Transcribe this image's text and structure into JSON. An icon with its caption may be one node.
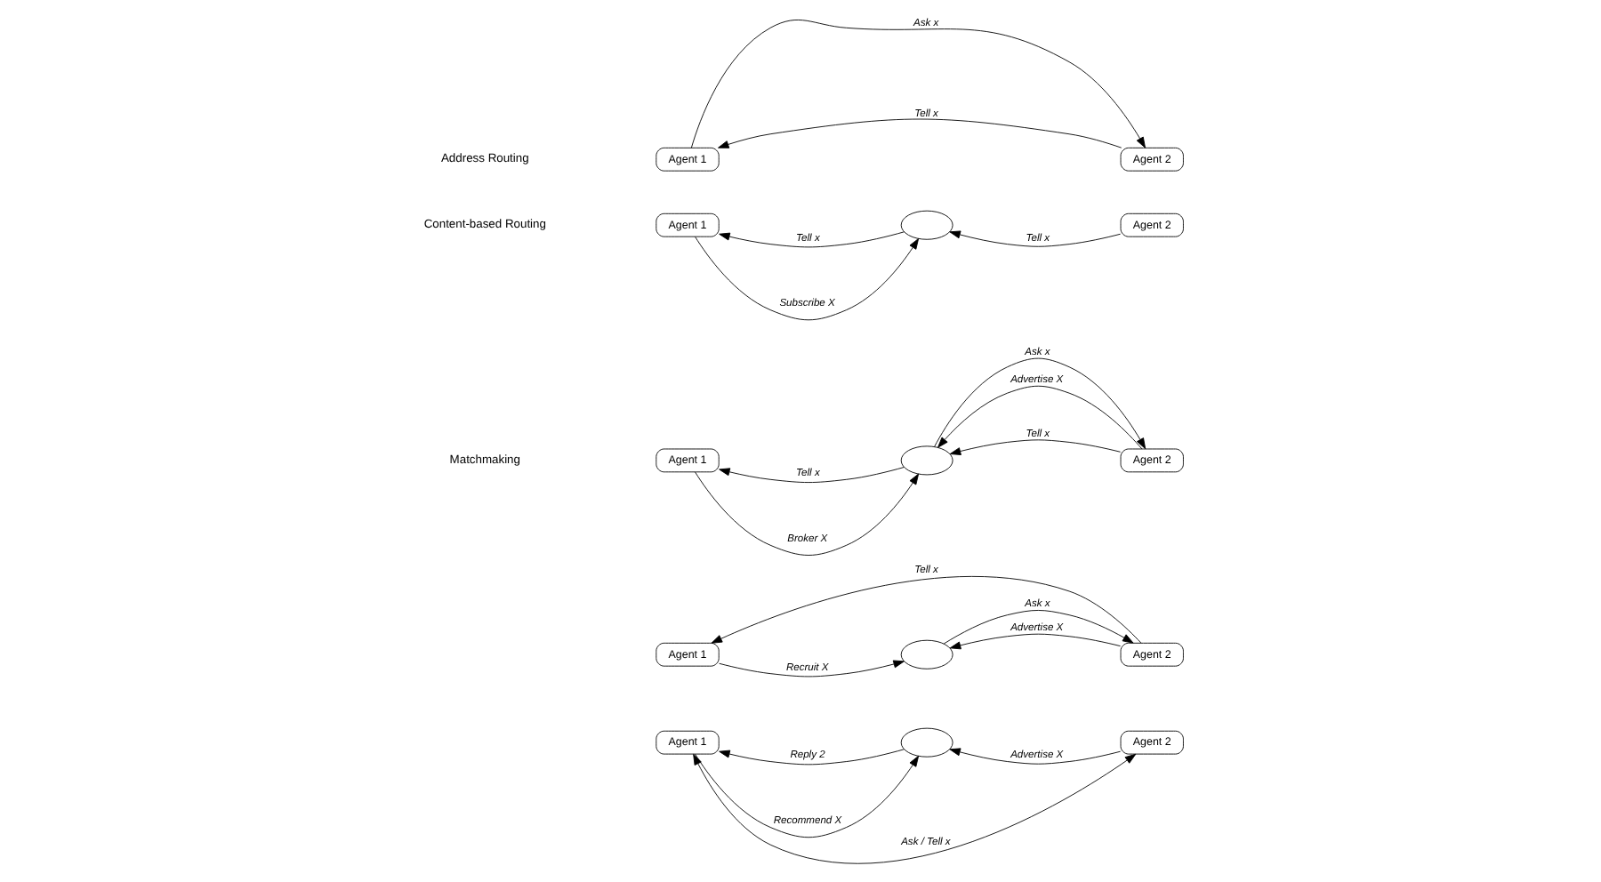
{
  "diagram": {
    "nodes": [
      {
        "text": [
          "Agent 1"
        ]
      },
      {
        "text": [
          "Agent 2"
        ]
      },
      {
        "text": [
          "Agent 1"
        ]
      },
      {
        "text": [],
        "shape": "ellipse"
      },
      {
        "text": [
          "Agent 2"
        ]
      },
      {
        "text": [
          "Agent 1"
        ]
      },
      {
        "text": [],
        "shape": "ellipse"
      },
      {
        "text": [
          "Agent 2"
        ]
      },
      {
        "text": [
          "Agent 1"
        ]
      },
      {
        "text": [],
        "shape": "ellipse"
      },
      {
        "text": [
          "Agent 2"
        ]
      },
      {
        "text": [
          "Agent 1"
        ]
      },
      {
        "text": [],
        "shape": "ellipse"
      },
      {
        "text": [
          "Agent 2"
        ]
      }
    ],
    "edges": [
      {
        "from": 0,
        "to": 1,
        "arrow": "to",
        "label": "Ask x"
      },
      {
        "from": 1,
        "to": 0,
        "arrow": "to",
        "label": "Tell x"
      },
      {
        "from": 2,
        "to": 3,
        "arrow": "to",
        "label": "Subscribe X"
      },
      {
        "from": 4,
        "to": 3,
        "arrow": "to",
        "label": "Tell x"
      },
      {
        "from": 3,
        "to": 2,
        "arrow": "to",
        "label": "Tell x"
      },
      {
        "from": 5,
        "to": 6,
        "arrow": "to",
        "label": "Broker X"
      },
      {
        "from": 7,
        "to": 6,
        "arrow": "to",
        "label": "Advertise X"
      },
      {
        "from": 6,
        "to": 7,
        "arrow": "to",
        "label": "Ask x"
      },
      {
        "from": 7,
        "to": 6,
        "arrow": "to",
        "label": "Tell x"
      },
      {
        "from": 6,
        "to": 5,
        "arrow": "to",
        "label": "Tell x"
      },
      {
        "from": 8,
        "to": 9,
        "arrow": "to",
        "label": "Recruit X"
      },
      {
        "from": 10,
        "to": 9,
        "arrow": "to",
        "label": "Advertise X"
      },
      {
        "from": 9,
        "to": 10,
        "arrow": "to",
        "label": "Ask x"
      },
      {
        "from": 10,
        "to": 8,
        "arrow": "to",
        "label": "Tell x"
      },
      {
        "from": 11,
        "to": 12,
        "arrow": "to",
        "label": "Recommend X"
      },
      {
        "from": 13,
        "to": 12,
        "arrow": "to",
        "label": "Advertise X"
      },
      {
        "from": 12,
        "to": 11,
        "arrow": "to",
        "label": "Reply 2"
      },
      {
        "from": 11,
        "to": 13,
        "arrow": "both",
        "label": "Ask / Tell x"
      }
    ],
    "labels": [
      "Address Routing",
      "Content-based Routing",
      "Matchmaking"
    ]
  }
}
